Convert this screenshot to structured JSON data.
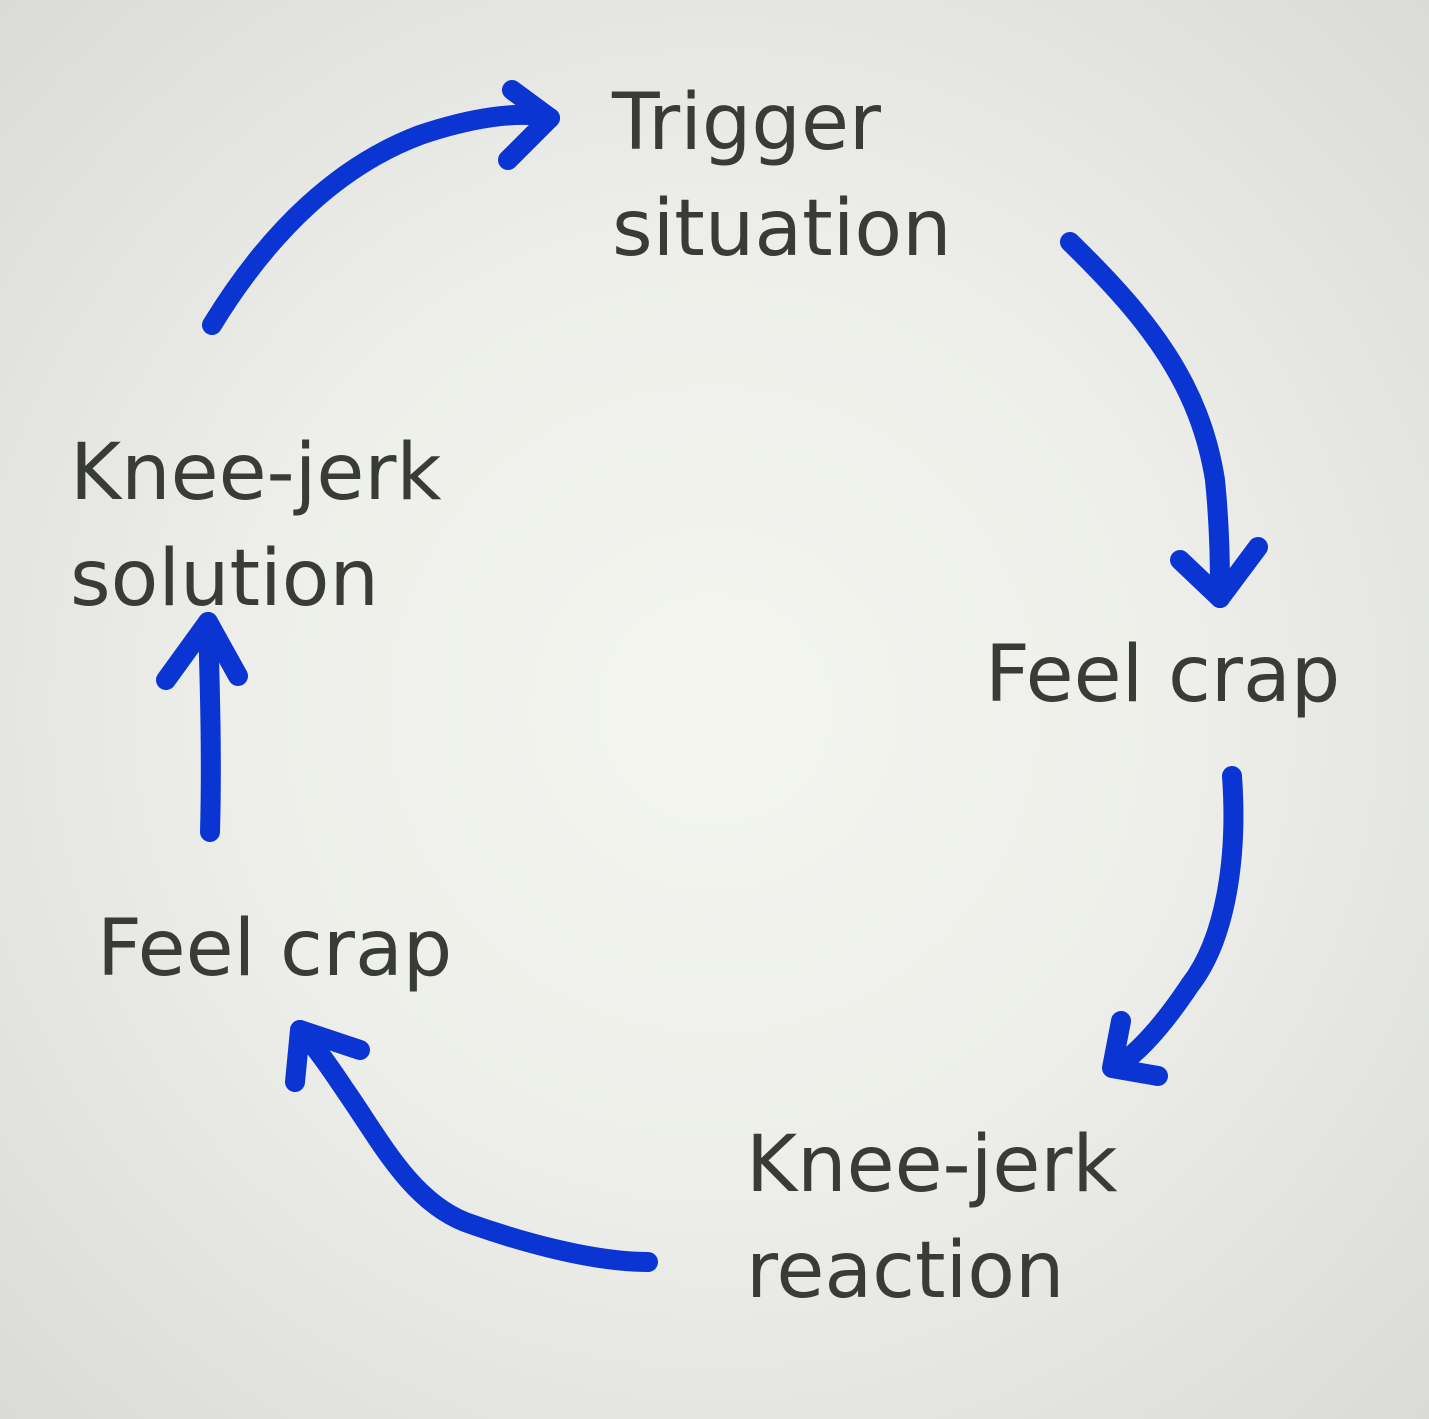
{
  "colors": {
    "arrow": "#0a35d2",
    "text": "#393b37"
  },
  "nodes": {
    "trigger": {
      "line1": "Trigger",
      "line2": "situation"
    },
    "feel_crap_1": {
      "line1": "Feel crap"
    },
    "reaction": {
      "line1": "Knee-jerk",
      "line2": "reaction"
    },
    "feel_crap_2": {
      "line1": "Feel crap"
    },
    "solution": {
      "line1": "Knee-jerk",
      "line2": "solution"
    }
  },
  "edges": [
    {
      "from": "trigger",
      "to": "feel_crap_1"
    },
    {
      "from": "feel_crap_1",
      "to": "reaction"
    },
    {
      "from": "reaction",
      "to": "feel_crap_2"
    },
    {
      "from": "feel_crap_2",
      "to": "solution"
    },
    {
      "from": "solution",
      "to": "trigger"
    }
  ]
}
